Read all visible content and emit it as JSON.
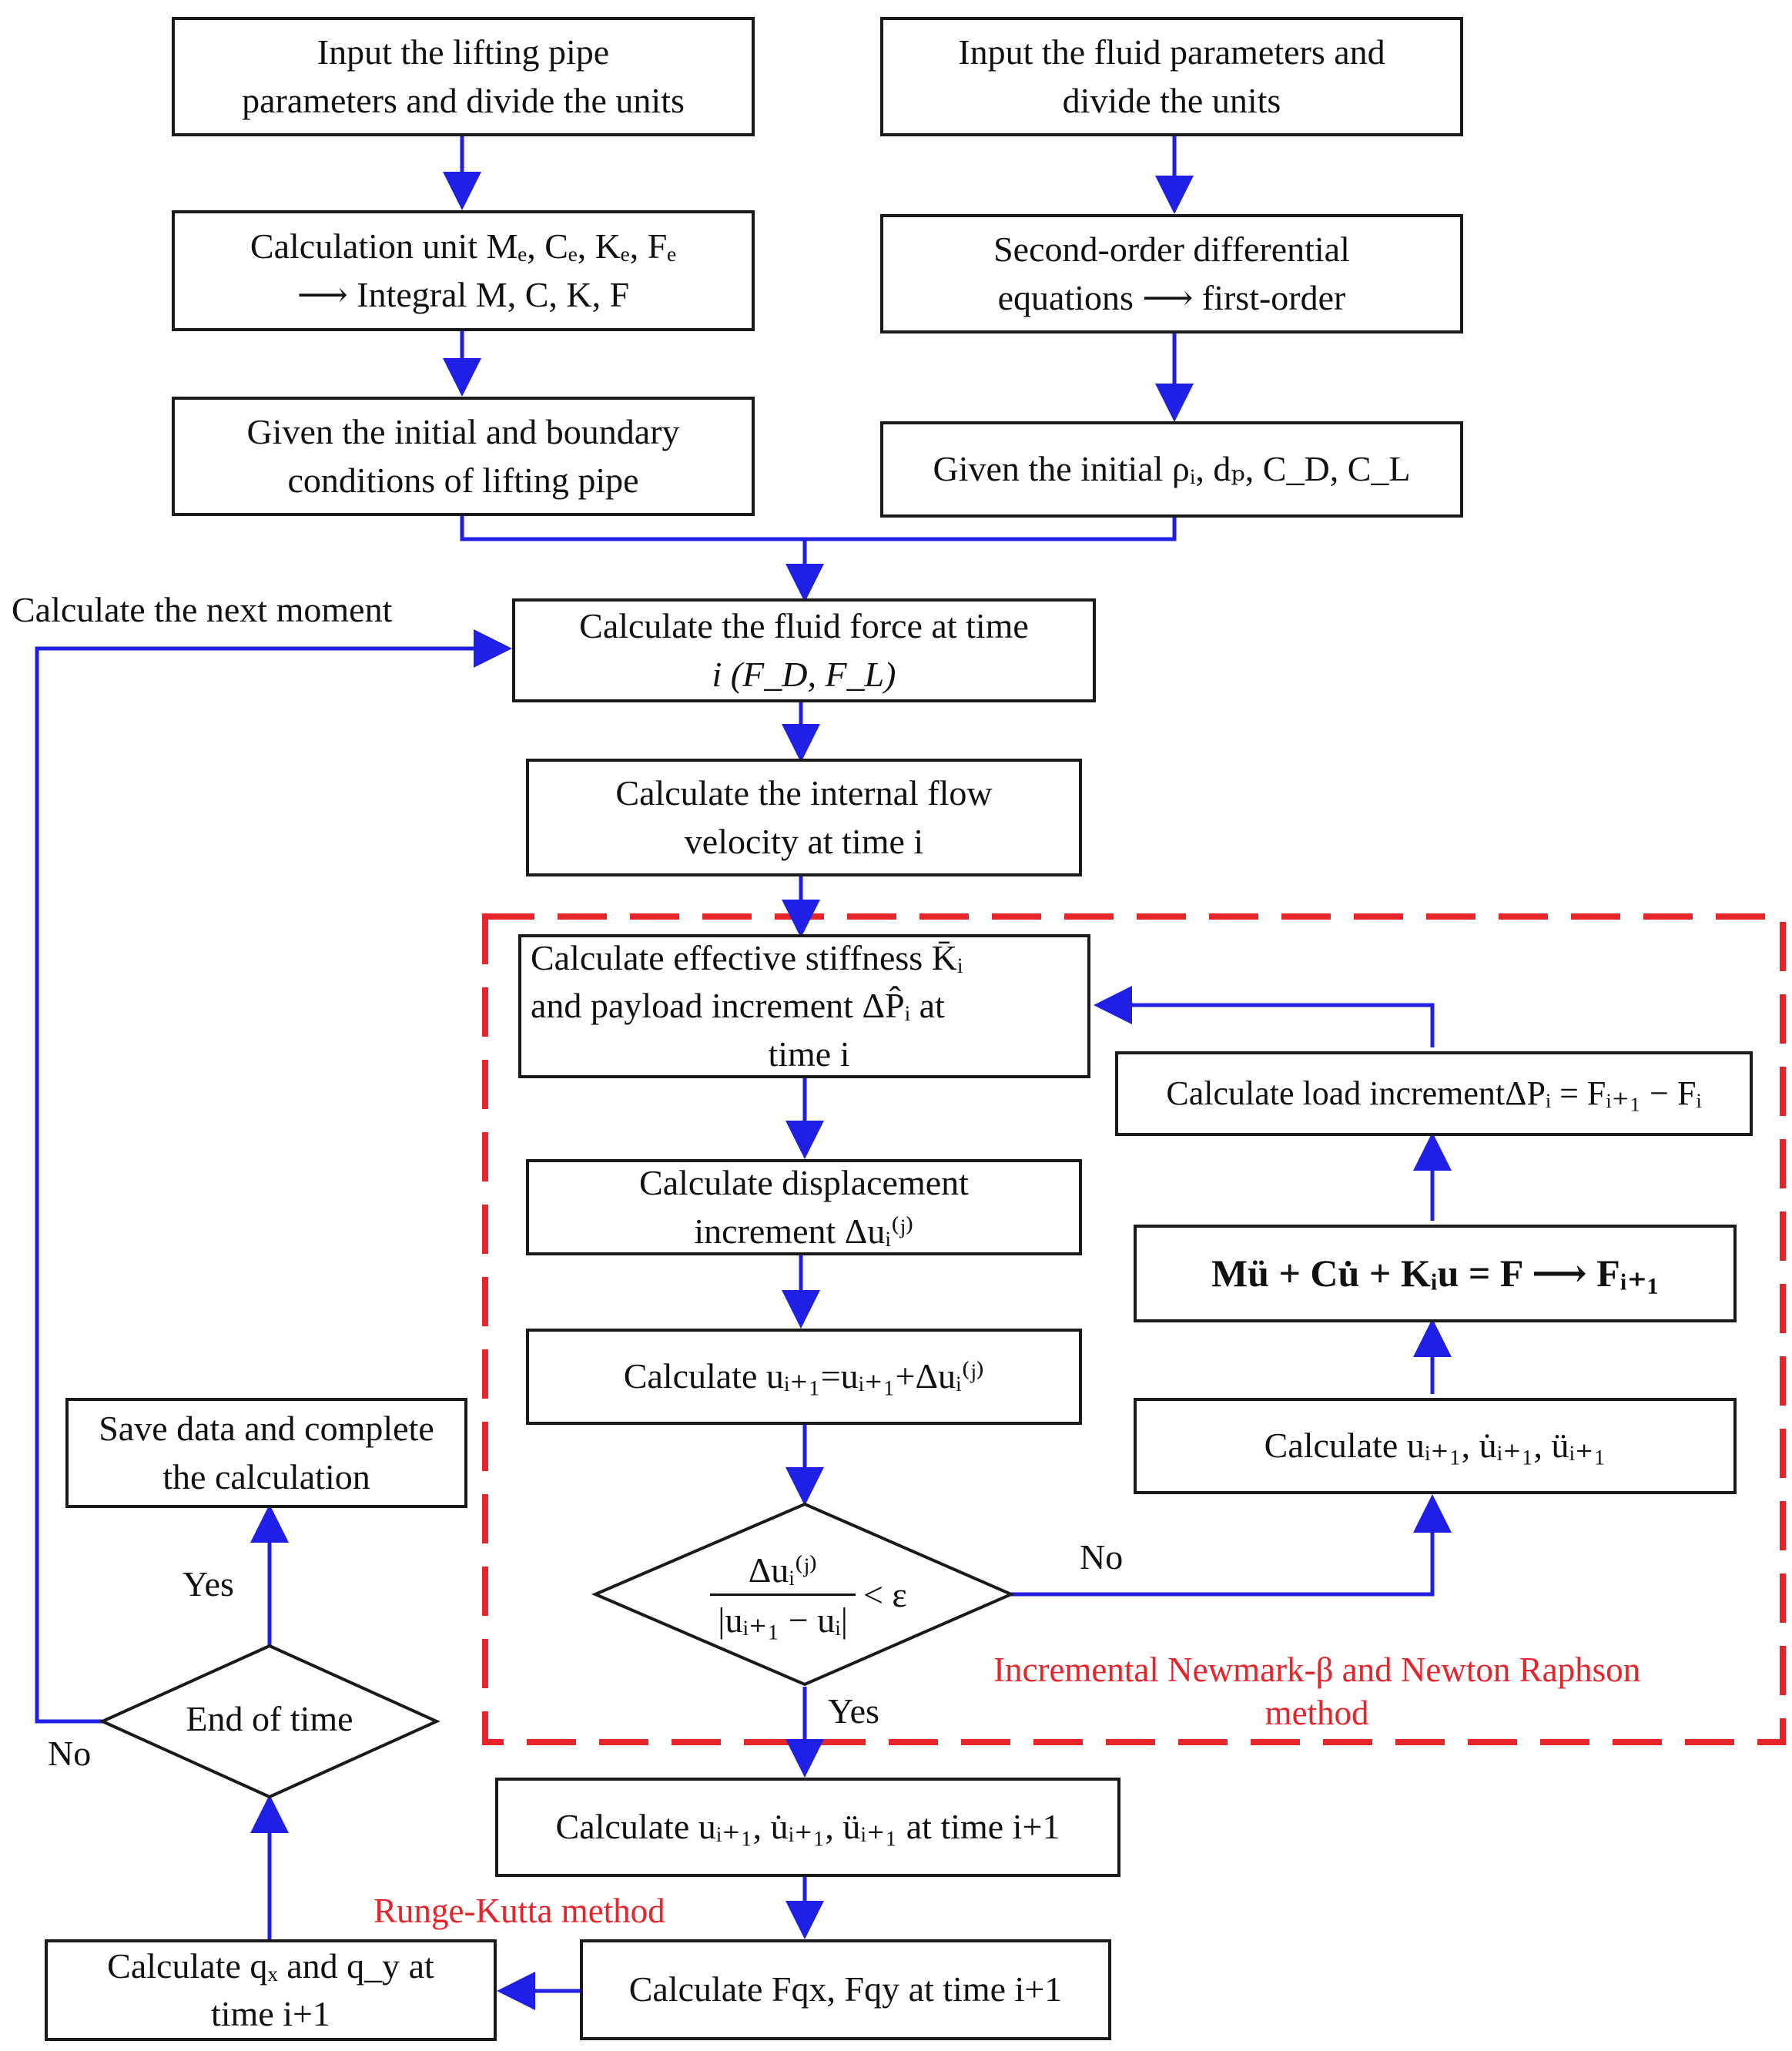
{
  "nodes": {
    "n1": [
      "Input the lifting pipe",
      "parameters and divide the units"
    ],
    "n2": [
      "Input the fluid parameters and",
      "divide the units"
    ],
    "n3": [
      "Calculation unit Mₑ, Cₑ, Kₑ, Fₑ",
      "⟶ Integral M, C, K, F"
    ],
    "n4": [
      "Second-order differential",
      "equations ⟶ first-order"
    ],
    "n5": [
      "Given the initial and boundary",
      "conditions of lifting pipe"
    ],
    "n6": [
      "Given the initial ρᵢ, dₚ, C_D, C_L"
    ],
    "n7": [
      "Calculate the fluid force at time",
      "i  (F_D, F_L)"
    ],
    "n8": [
      "Calculate the internal flow",
      "velocity at time i"
    ],
    "n9": [
      "Calculate  effective stiffness K̄ᵢ",
      "and payload increment  ΔP̂ᵢ  at",
      "time i"
    ],
    "n10": [
      "Calculate displacement",
      "increment Δuᵢ⁽ʲ⁾"
    ],
    "n11": [
      "Calculate uᵢ₊₁=uᵢ₊₁+Δuᵢ⁽ʲ⁾"
    ],
    "n12": [
      "Calculate load incrementΔPᵢ = Fᵢ₊₁ − Fᵢ"
    ],
    "n13": [
      "Mü + Cu̇ + Kᵢu = F ⟶ Fᵢ₊₁"
    ],
    "n14": [
      "Calculate uᵢ₊₁, u̇ᵢ₊₁, üᵢ₊₁"
    ],
    "n15": [
      "Save data and complete",
      "the calculation"
    ],
    "n16": [
      "Calculate uᵢ₊₁, u̇ᵢ₊₁, üᵢ₊₁ at time i+1"
    ],
    "n17": [
      "Calculate Fqx, Fqy at time i+1"
    ],
    "n18": [
      "Calculate qₓ and q_y at",
      "time i+1"
    ]
  },
  "decisions": {
    "convergence": {
      "numerator": "Δuᵢ⁽ʲ⁾",
      "denominator": "|uᵢ₊₁ − uᵢ|",
      "rhs": "< ε"
    },
    "end_of_time": "End of time"
  },
  "labels": {
    "next_moment": "Calculate the next moment",
    "no_convergence": "No",
    "yes_convergence": "Yes",
    "yes_end": "Yes",
    "no_end": "No",
    "newmark_method": [
      "Incremental Newmark-β and Newton Raphson",
      "method"
    ],
    "runge_kutta": "Runge-Kutta method"
  },
  "colors": {
    "arrow": "#1f1fe6",
    "dashed_region": "#e8242b",
    "box_border": "#1a1a1a",
    "method_text": "#e8242b"
  }
}
